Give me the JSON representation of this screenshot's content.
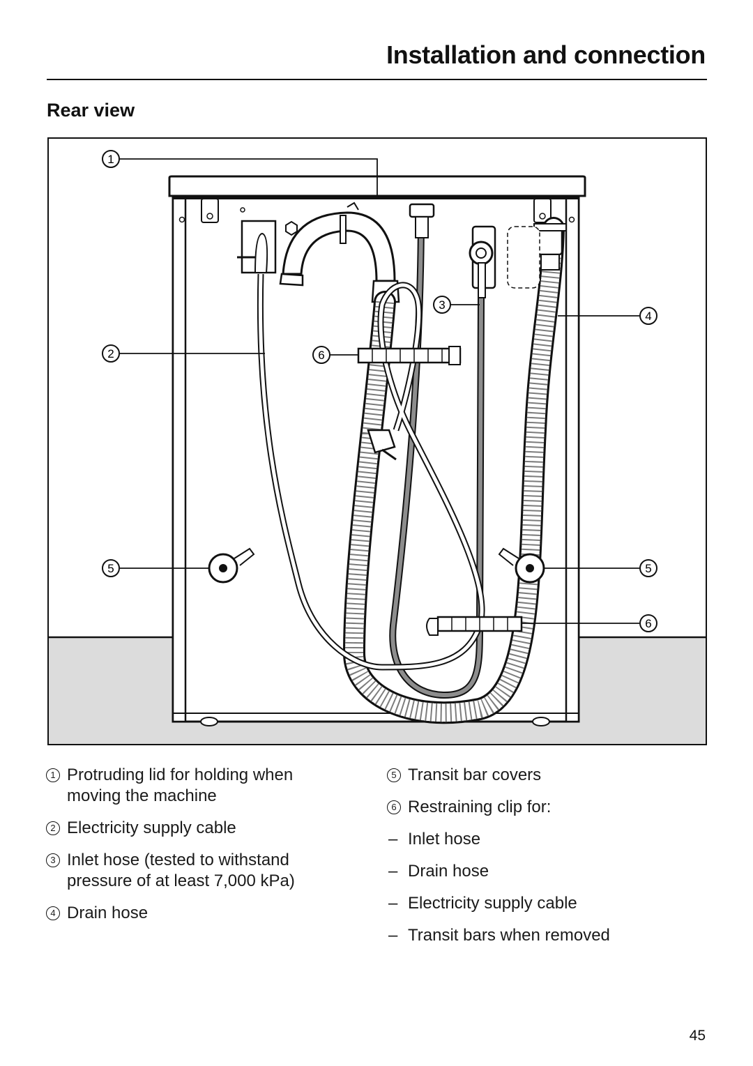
{
  "header": {
    "title": "Installation and connection"
  },
  "section": {
    "title": "Rear view"
  },
  "figure": {
    "callouts": [
      "1",
      "2",
      "3",
      "4",
      "5",
      "6"
    ]
  },
  "legend": {
    "left": [
      {
        "num": "1",
        "text": "Protruding lid for holding when moving the machine"
      },
      {
        "num": "2",
        "text": "Electricity supply cable"
      },
      {
        "num": "3",
        "text": "Inlet hose (tested to withstand pressure of at least 7,000 kPa)"
      },
      {
        "num": "4",
        "text": "Drain hose"
      }
    ],
    "right": [
      {
        "num": "5",
        "text": "Transit bar covers"
      },
      {
        "num": "6",
        "text": "Restraining clip for:"
      }
    ],
    "sublist": {
      "dash": "–",
      "items": [
        "Inlet hose",
        "Drain hose",
        "Electricity supply cable",
        "Transit bars when removed"
      ]
    }
  },
  "page": {
    "number": "45"
  }
}
